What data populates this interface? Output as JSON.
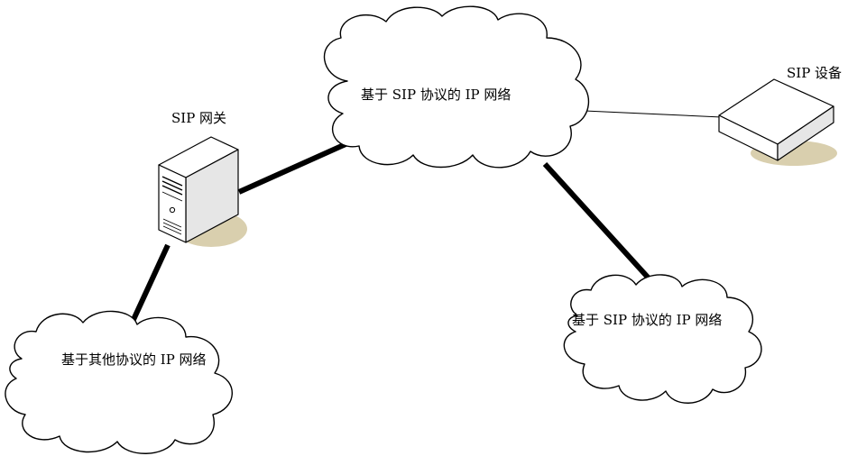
{
  "diagram": {
    "clouds": {
      "top": "基于 SIP 协议的 IP 网络",
      "bottom_right": "基于 SIP 协议的 IP 网络",
      "bottom_left": "基于其他协议的 IP 网络"
    },
    "devices": {
      "gateway": "SIP 网关",
      "device": "SIP 设备"
    }
  },
  "colors": {
    "stroke": "#000000",
    "shadow": "#d9cfae",
    "server_body": "#ffffff",
    "server_side": "#e6e6e6"
  },
  "icons": {
    "gateway": "server-tower-icon",
    "device": "network-appliance-icon"
  }
}
